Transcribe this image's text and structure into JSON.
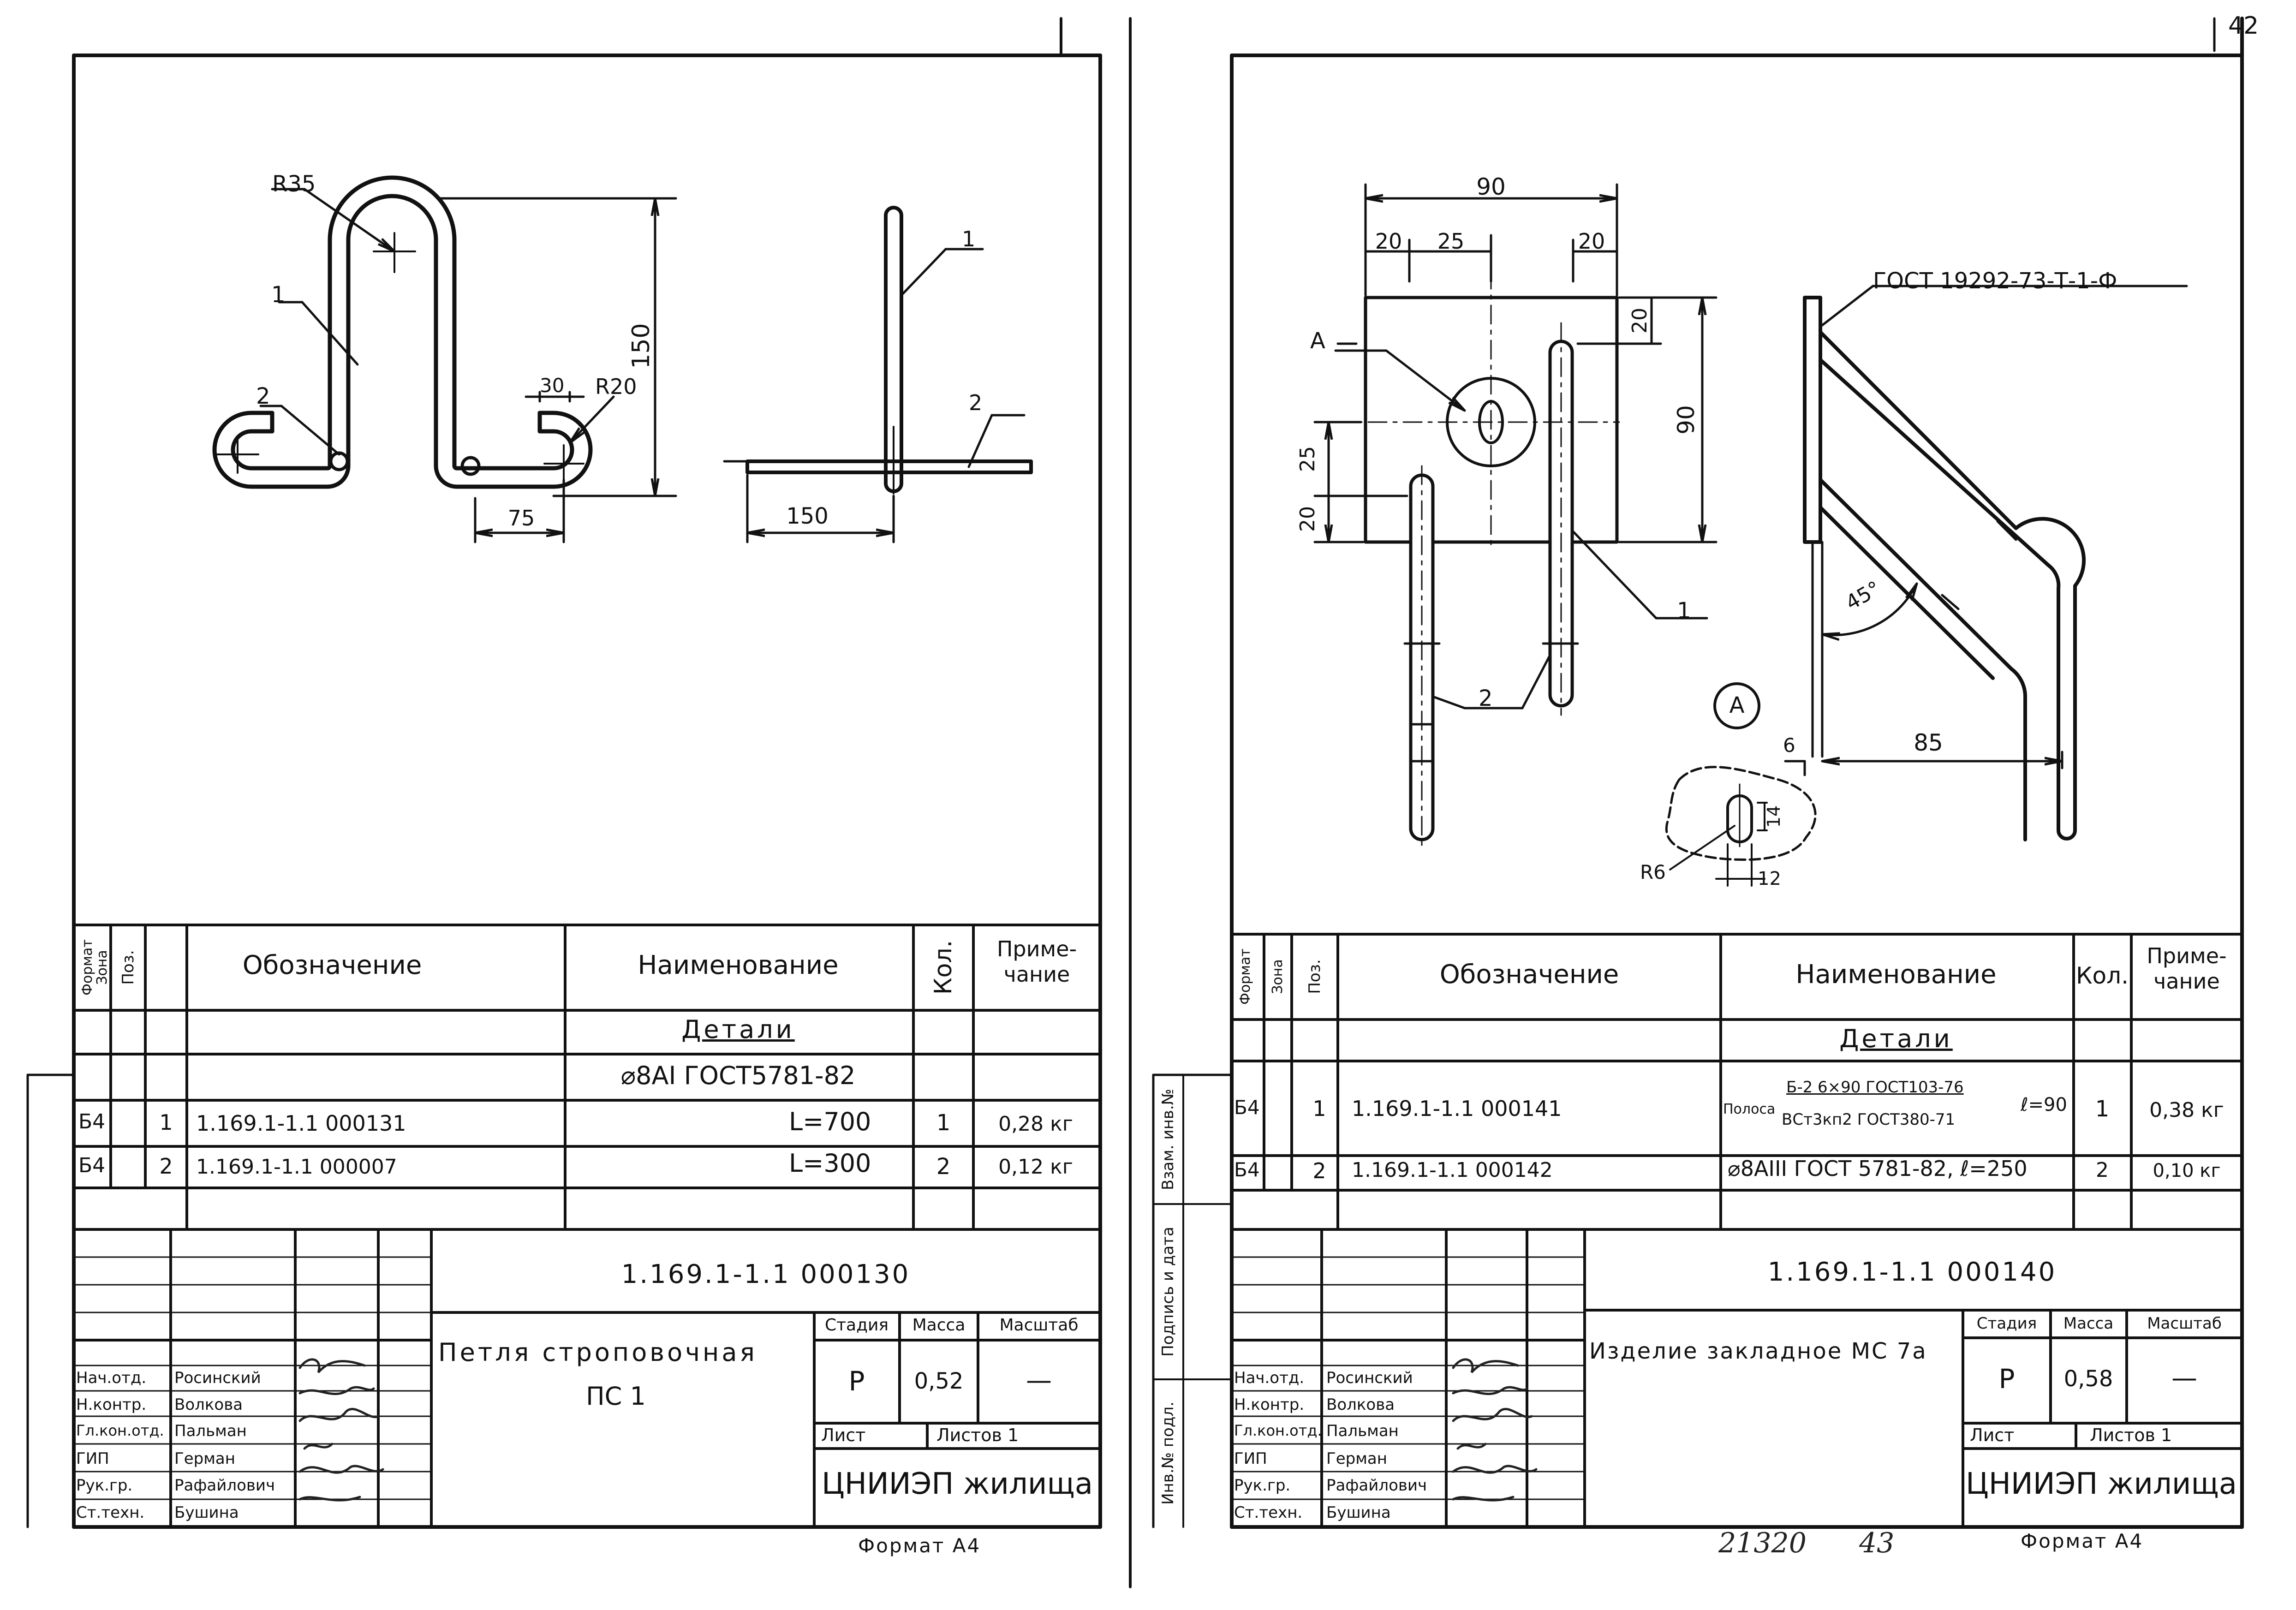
{
  "page_number": "42",
  "handwritten": {
    "archive_no": "21320",
    "page_ref": "43"
  },
  "left_sheet": {
    "drawing": {
      "dims": {
        "r35": "R35",
        "r20": "R20",
        "d150_vertical": "150",
        "d30": "30",
        "d75": "75",
        "d150_horizontal": "150"
      },
      "pos_callouts": {
        "pos1_front": "1",
        "pos2_front": "2",
        "pos1_side": "1",
        "pos2_side": "2"
      }
    },
    "spec": {
      "headers": {
        "format": "Формат",
        "zone": "Зона",
        "pos": "Поз.",
        "designation": "Обозначение",
        "name": "Наименование",
        "qty": "Кол.",
        "note": "Приме-чание"
      },
      "section": "Детали",
      "material": "⌀8АI ГОСТ5781-82",
      "rows": [
        {
          "format": "Б4",
          "pos": "1",
          "designation": "1.169.1-1.1 000131",
          "name": "L=700",
          "qty": "1",
          "note": "0,28 кг"
        },
        {
          "format": "Б4",
          "pos": "2",
          "designation": "1.169.1-1.1 000007",
          "name": "L=300",
          "qty": "2",
          "note": "0,12 кг"
        }
      ]
    },
    "title_block": {
      "doc_code": "1.169.1-1.1 000130",
      "title_line1": "Петля строповочная",
      "title_line2": "ПС 1",
      "stage_label": "Стадия",
      "mass_label": "Масса",
      "scale_label": "Масштаб",
      "stage": "Р",
      "mass": "0,52",
      "scale": "—",
      "sheet_label": "Лист",
      "sheets_label": "Листов 1",
      "org": "ЦНИИЭП жилища",
      "roles": [
        "Нач.отд.",
        "Н.контр.",
        "Гл.кон.отд.",
        "ГИП",
        "Рук.гр.",
        "Ст.техн."
      ],
      "names": [
        "Росинский",
        "Волкова",
        "Пальман",
        "Герман",
        "Рафайлович",
        "Бушина"
      ],
      "format": "Формат А4"
    }
  },
  "right_sheet": {
    "drawing": {
      "dims": {
        "d90_top": "90",
        "d20_left": "20",
        "d25": "25",
        "d20_right": "20",
        "d20_vert": "20",
        "d90_vert": "90",
        "d25_left": "25",
        "d20_left_bottom": "20",
        "angle": "45°",
        "d6": "6",
        "d85": "85",
        "r6": "R6",
        "d14": "14",
        "d12": "12"
      },
      "labels": {
        "view_a": "А",
        "view_a_circle": "А",
        "gost_callout": "ГОСТ 19292-73-Т-1-Ф",
        "pos1": "1",
        "pos2": "2"
      }
    },
    "side_stamp": [
      "Взам. инв.№",
      "Подпись и дата",
      "Инв.№ подл."
    ],
    "spec": {
      "headers": {
        "format": "Формат",
        "zone": "Зона",
        "pos": "Поз.",
        "designation": "Обозначение",
        "name": "Наименование",
        "qty": "Кол.",
        "note": "Приме-чание"
      },
      "section": "Детали",
      "rows": [
        {
          "format": "Б4",
          "pos": "1",
          "designation": "1.169.1-1.1 000141",
          "name_prefix": "Полоса",
          "name_top": "Б-2 6×90 ГОСТ103-76",
          "name_bottom": "ВСт3кп2 ГОСТ380-71",
          "name_suffix": "ℓ=90",
          "qty": "1",
          "note": "0,38 кг"
        },
        {
          "format": "Б4",
          "pos": "2",
          "designation": "1.169.1-1.1 000142",
          "name": "⌀8АIII ГОСТ 5781-82, ℓ=250",
          "qty": "2",
          "note": "0,10 кг"
        }
      ]
    },
    "title_block": {
      "doc_code": "1.169.1-1.1 000140",
      "title": "Изделие закладное МС 7а",
      "stage_label": "Стадия",
      "mass_label": "Масса",
      "scale_label": "Масштаб",
      "stage": "Р",
      "mass": "0,58",
      "scale": "—",
      "sheet_label": "Лист",
      "sheets_label": "Листов 1",
      "org": "ЦНИИЭП жилища",
      "roles": [
        "Нач.отд.",
        "Н.контр.",
        "Гл.кон.отд.",
        "ГИП",
        "Рук.гр.",
        "Ст.техн."
      ],
      "names": [
        "Росинский",
        "Волкова",
        "Пальман",
        "Герман",
        "Рафайлович",
        "Бушина"
      ],
      "format": "Формат А4"
    }
  }
}
